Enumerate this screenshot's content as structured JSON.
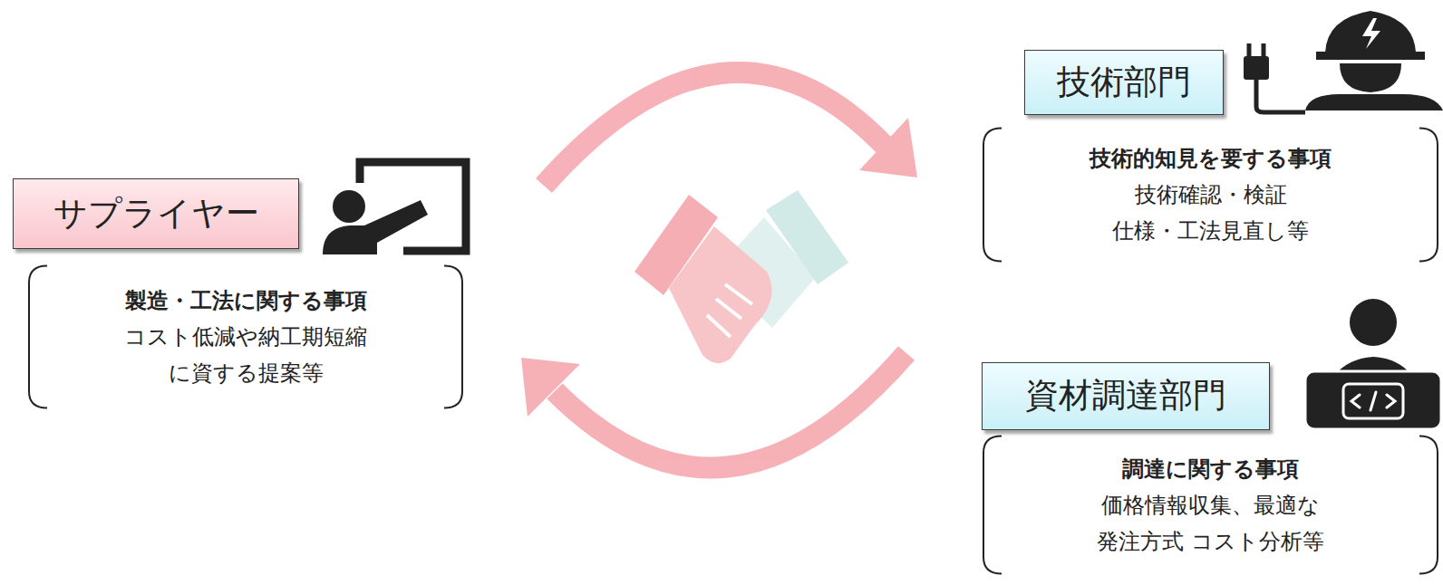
{
  "diagram": {
    "nodes": [
      {
        "text": [
          "サプライヤー"
        ]
      },
      {
        "text": [
          "製造・工法に関する事項",
          "コスト低減や納工期短縮 に資する提案等"
        ]
      },
      {
        "text": [
          "技術部門"
        ]
      },
      {
        "text": [
          "技術的知見を要する事項",
          "技術確認・検証 仕様・工法見直し等"
        ]
      },
      {
        "text": [
          "資材調達部門"
        ]
      },
      {
        "text": [
          "調達に関する事項",
          "価格情報収集、最適な 発注方式 コスト分析等"
        ]
      }
    ]
  }
}
